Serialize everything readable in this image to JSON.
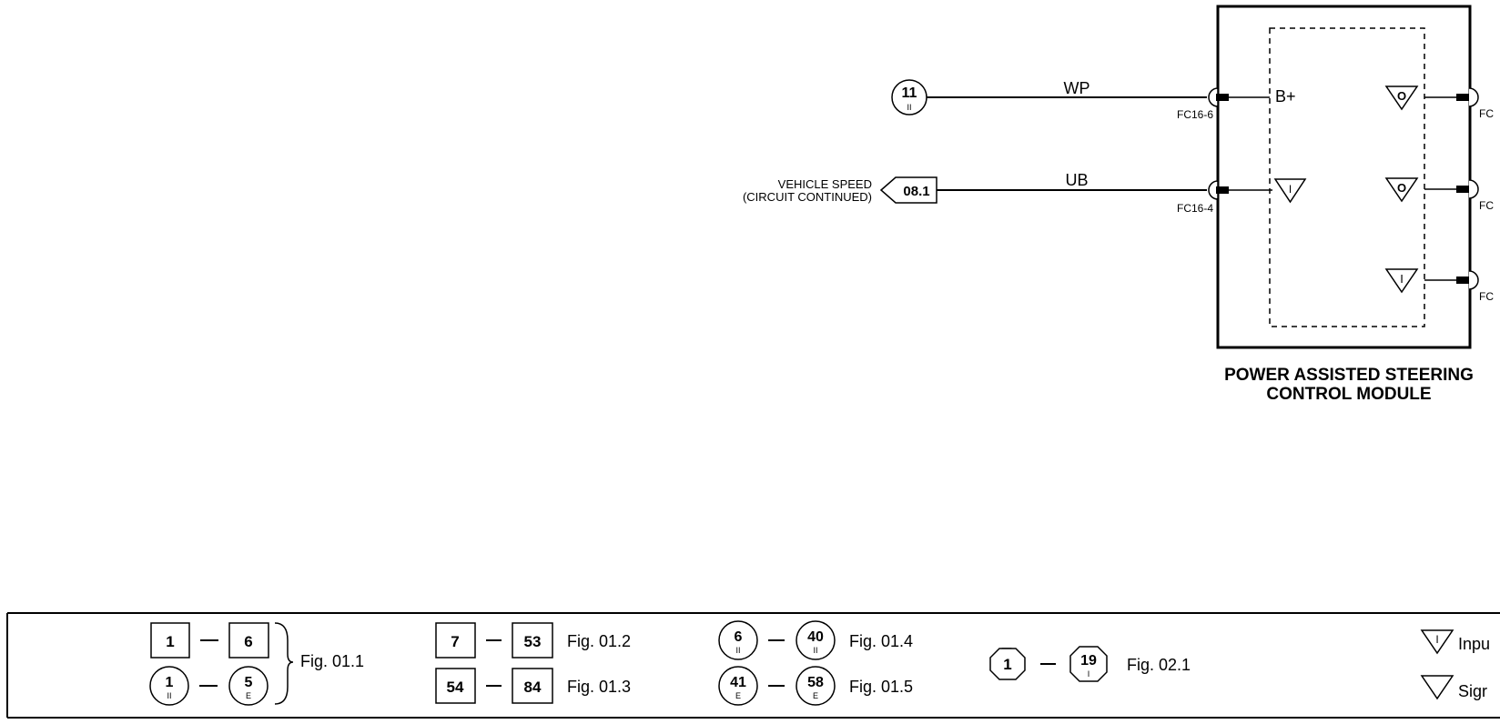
{
  "module": {
    "title_line1": "POWER ASSISTED STEERING",
    "title_line2": "CONTROL MODULE"
  },
  "wires": {
    "wp": {
      "label": "WP",
      "source_number": "11",
      "source_sub": "II",
      "connector": "FC16-6",
      "pin_label": "B+"
    },
    "ub": {
      "label": "UB",
      "ref": "08.1",
      "caption_line1": "VEHICLE SPEED",
      "caption_line2": "(CIRCUIT CONTINUED)",
      "connector": "FC16-4",
      "pin_symbol": "I"
    },
    "right_pins": [
      {
        "symbol": "O",
        "connector": "FC"
      },
      {
        "symbol": "O",
        "connector": "FC"
      },
      {
        "symbol": "I",
        "connector": "FC"
      }
    ]
  },
  "legend": {
    "group1": {
      "sq_a": "1",
      "sq_b": "6",
      "c_a_num": "1",
      "c_a_sub": "II",
      "c_b_num": "5",
      "c_b_sub": "E",
      "fig": "Fig. 01.1"
    },
    "group2": [
      {
        "a": "7",
        "b": "53",
        "fig": "Fig. 01.2"
      },
      {
        "a": "54",
        "b": "84",
        "fig": "Fig. 01.3"
      }
    ],
    "group3": [
      {
        "a_num": "6",
        "a_sub": "II",
        "b_num": "40",
        "b_sub": "II",
        "fig": "Fig. 01.4"
      },
      {
        "a_num": "41",
        "a_sub": "E",
        "b_num": "58",
        "b_sub": "E",
        "fig": "Fig. 01.5"
      }
    ],
    "group4": {
      "a": "1",
      "b_num": "19",
      "b_sub": "I",
      "fig": "Fig. 02.1"
    },
    "symbols": [
      {
        "glyph": "I",
        "text": "Inpu"
      },
      {
        "glyph": "",
        "text": "Sigr"
      }
    ]
  }
}
